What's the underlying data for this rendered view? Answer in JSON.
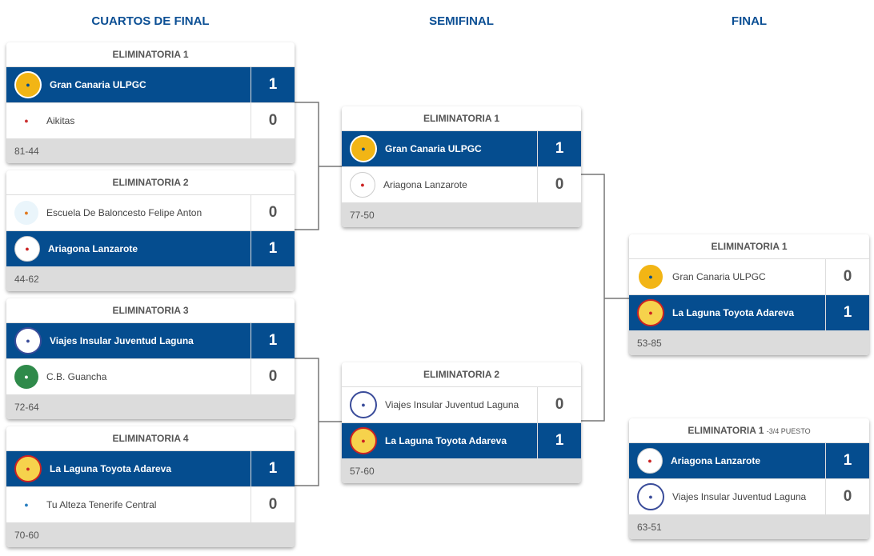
{
  "rounds": [
    "CUARTOS DE FINAL",
    "SEMIFINAL",
    "FINAL"
  ],
  "colors": {
    "accent": "#054d8f",
    "title": "#0b4f94"
  },
  "matches": [
    {
      "title": "ELIMINATORIA 1",
      "teams": [
        {
          "name": "Gran Canaria ULPGC",
          "score": "1",
          "win": true,
          "logo": "gran-canaria-logo"
        },
        {
          "name": "Aikitas",
          "score": "0",
          "win": false,
          "logo": "aikitas-logo"
        }
      ],
      "result": "81-44"
    },
    {
      "title": "ELIMINATORIA 2",
      "teams": [
        {
          "name": "Escuela De Baloncesto Felipe Anton",
          "score": "0",
          "win": false,
          "logo": "felipe-anton-logo"
        },
        {
          "name": "Ariagona Lanzarote",
          "score": "1",
          "win": true,
          "logo": "ariagona-logo"
        }
      ],
      "result": "44-62"
    },
    {
      "title": "ELIMINATORIA 3",
      "teams": [
        {
          "name": "Viajes Insular Juventud Laguna",
          "score": "1",
          "win": true,
          "logo": "juventud-laguna-logo"
        },
        {
          "name": "C.B. Guancha",
          "score": "0",
          "win": false,
          "logo": "guancha-logo"
        }
      ],
      "result": "72-64"
    },
    {
      "title": "ELIMINATORIA 4",
      "teams": [
        {
          "name": "La Laguna Toyota Adareva",
          "score": "1",
          "win": true,
          "logo": "adareva-logo"
        },
        {
          "name": "Tu Alteza Tenerife Central",
          "score": "0",
          "win": false,
          "logo": "tenerife-central-logo"
        }
      ],
      "result": "70-60"
    },
    {
      "title": "ELIMINATORIA 1",
      "teams": [
        {
          "name": "Gran Canaria ULPGC",
          "score": "1",
          "win": true,
          "logo": "gran-canaria-logo"
        },
        {
          "name": "Ariagona Lanzarote",
          "score": "0",
          "win": false,
          "logo": "ariagona-logo"
        }
      ],
      "result": "77-50"
    },
    {
      "title": "ELIMINATORIA 2",
      "teams": [
        {
          "name": "Viajes Insular Juventud Laguna",
          "score": "0",
          "win": false,
          "logo": "juventud-laguna-logo"
        },
        {
          "name": "La Laguna Toyota Adareva",
          "score": "1",
          "win": true,
          "logo": "adareva-logo"
        }
      ],
      "result": "57-60"
    },
    {
      "title": "ELIMINATORIA 1",
      "teams": [
        {
          "name": "Gran Canaria ULPGC",
          "score": "0",
          "win": false,
          "logo": "gran-canaria-logo"
        },
        {
          "name": "La Laguna Toyota Adareva",
          "score": "1",
          "win": true,
          "logo": "adareva-logo"
        }
      ],
      "result": "53-85"
    },
    {
      "title": "ELIMINATORIA 1",
      "subtitle": "-3/4 PUESTO",
      "teams": [
        {
          "name": "Ariagona Lanzarote",
          "score": "1",
          "win": true,
          "logo": "ariagona-logo"
        },
        {
          "name": "Viajes Insular Juventud Laguna",
          "score": "0",
          "win": false,
          "logo": "juventud-laguna-logo"
        }
      ],
      "result": "63-51"
    }
  ]
}
